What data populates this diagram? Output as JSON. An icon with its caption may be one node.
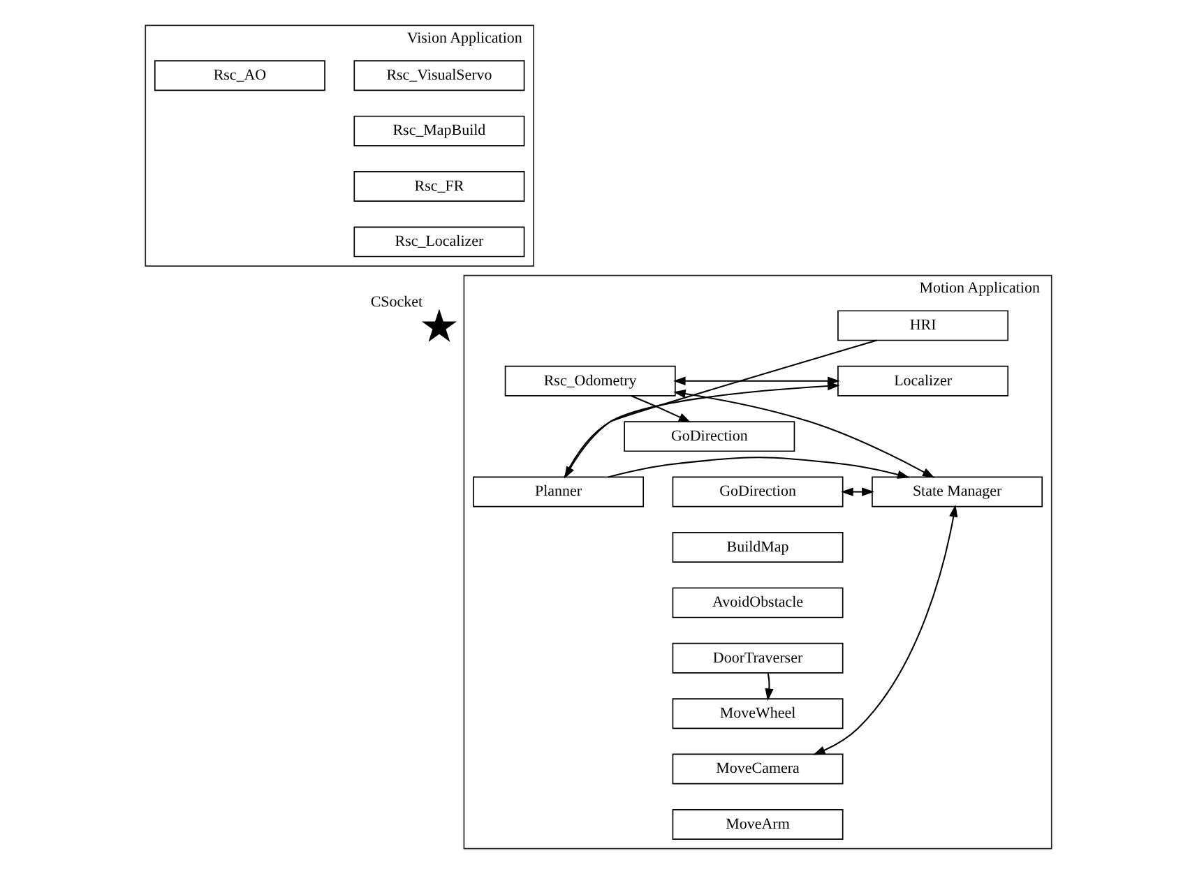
{
  "diagram": {
    "nodes": [
      {
        "text": [
          "Vision Application"
        ]
      },
      {
        "text": [
          "Rsc_VisualServo"
        ],
        "in": 0
      },
      {
        "text": [
          "Rsc_AO"
        ],
        "in": 0
      },
      {
        "text": [
          "Rsc_MapBuild"
        ],
        "in": 0
      },
      {
        "text": [
          "Rsc_FR"
        ],
        "in": 0
      },
      {
        "text": [
          "Rsc_Localizer"
        ],
        "in": 0
      },
      {
        "text": [],
        "shape": "star",
        "beside": [
          "CSocket"
        ]
      },
      {
        "text": [
          "Motion Application"
        ]
      },
      {
        "text": [
          "Rsc_Odometry"
        ],
        "in": 7
      },
      {
        "text": [
          "Localizer"
        ],
        "in": 7
      },
      {
        "text": [
          "HRI"
        ],
        "in": 7
      },
      {
        "text": [
          "GoDirection"
        ],
        "in": 7
      },
      {
        "text": [
          "GoDirection"
        ],
        "in": 7
      },
      {
        "text": [
          "BuildMap"
        ],
        "in": 7
      },
      {
        "text": [
          "AvoidObstacle"
        ],
        "in": 7
      },
      {
        "text": [
          "DoorTraverser"
        ],
        "in": 7
      },
      {
        "text": [
          "State Manager"
        ],
        "in": 7
      },
      {
        "text": [
          "Planner"
        ],
        "in": 7
      },
      {
        "text": [
          "MoveWheel"
        ],
        "in": 7
      },
      {
        "text": [
          "MoveCamera"
        ],
        "in": 7
      },
      {
        "text": [
          "MoveArm"
        ],
        "in": 7
      }
    ],
    "edges": [
      {
        "from": 8,
        "to": 9,
        "arrow": "both"
      },
      {
        "from": 8,
        "to": 11,
        "arrow": "to"
      },
      {
        "from": 16,
        "to": 8,
        "arrow": "both"
      },
      {
        "from": 10,
        "to": 17,
        "arrow": "to"
      },
      {
        "from": 17,
        "to": 9,
        "arrow": "to"
      },
      {
        "from": 12,
        "to": 16,
        "arrow": "both"
      },
      {
        "from": 17,
        "to": 16,
        "arrow": "to"
      },
      {
        "from": 15,
        "to": 18,
        "arrow": "to"
      },
      {
        "from": 16,
        "to": 19,
        "arrow": "both"
      }
    ]
  }
}
